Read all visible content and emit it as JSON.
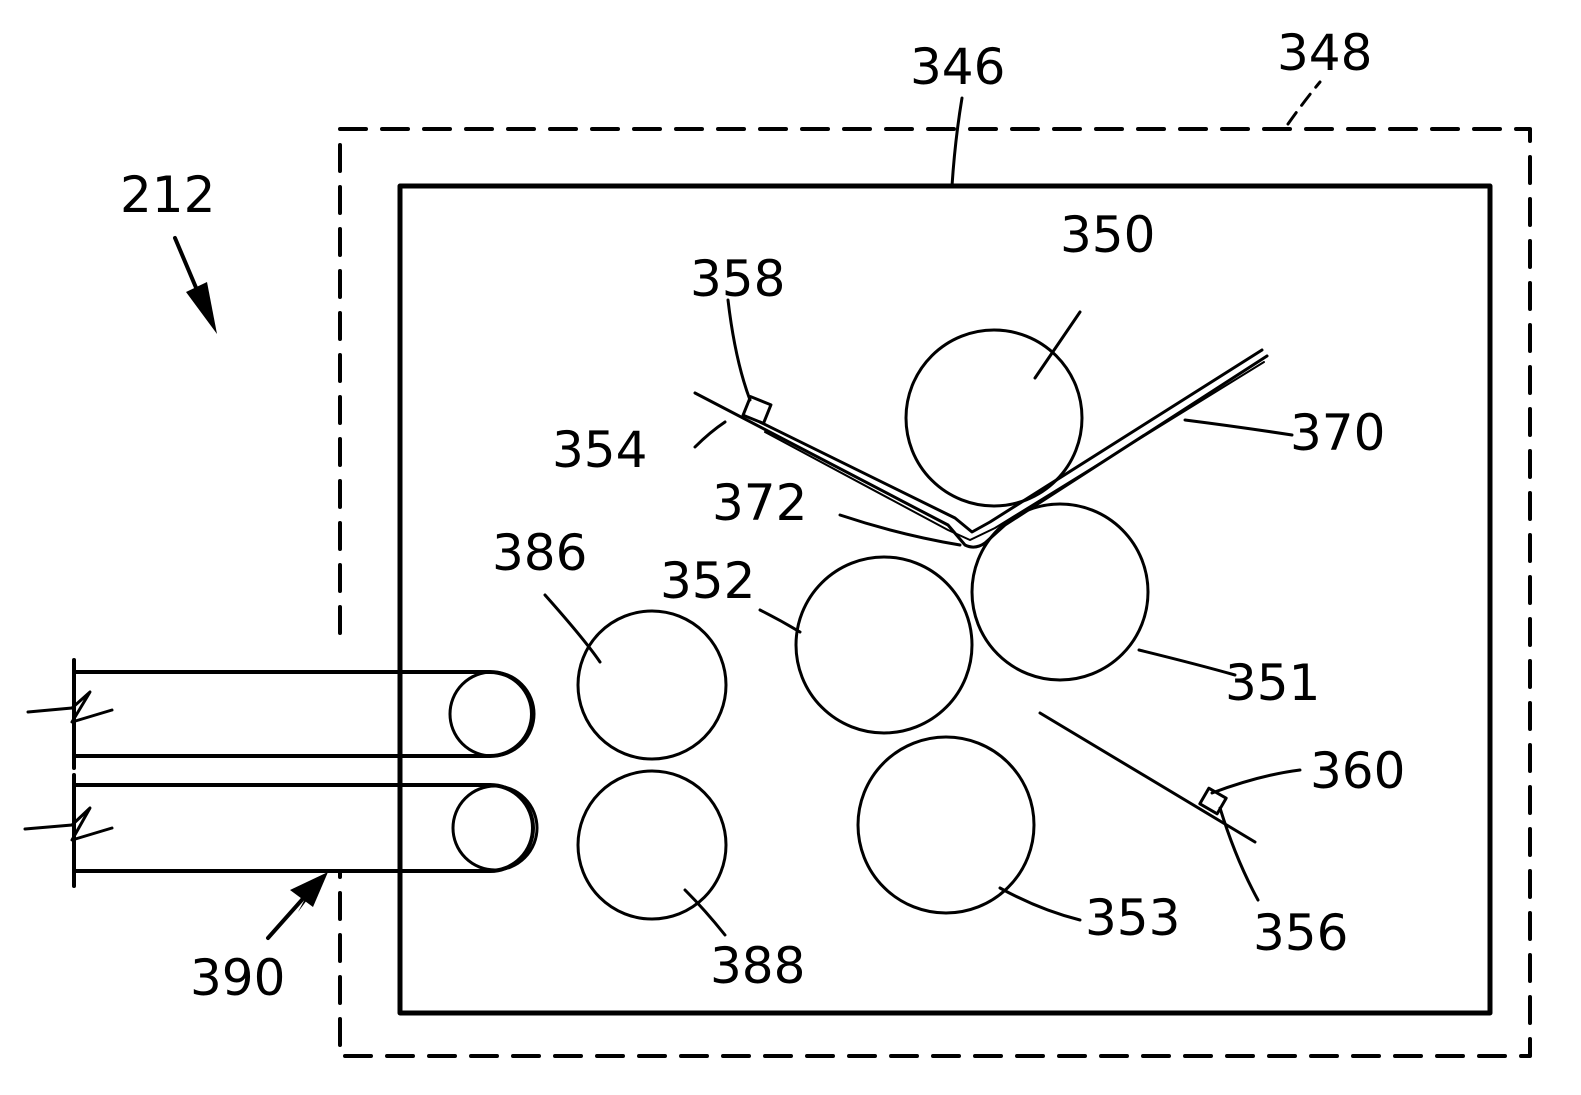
{
  "figure": {
    "labels": {
      "l212": "212",
      "l346": "346",
      "l348": "348",
      "l350": "350",
      "l351": "351",
      "l352": "352",
      "l353": "353",
      "l354": "354",
      "l356": "356",
      "l358": "358",
      "l360": "360",
      "l370": "370",
      "l372": "372",
      "l386": "386",
      "l388": "388",
      "l390": "390"
    }
  }
}
